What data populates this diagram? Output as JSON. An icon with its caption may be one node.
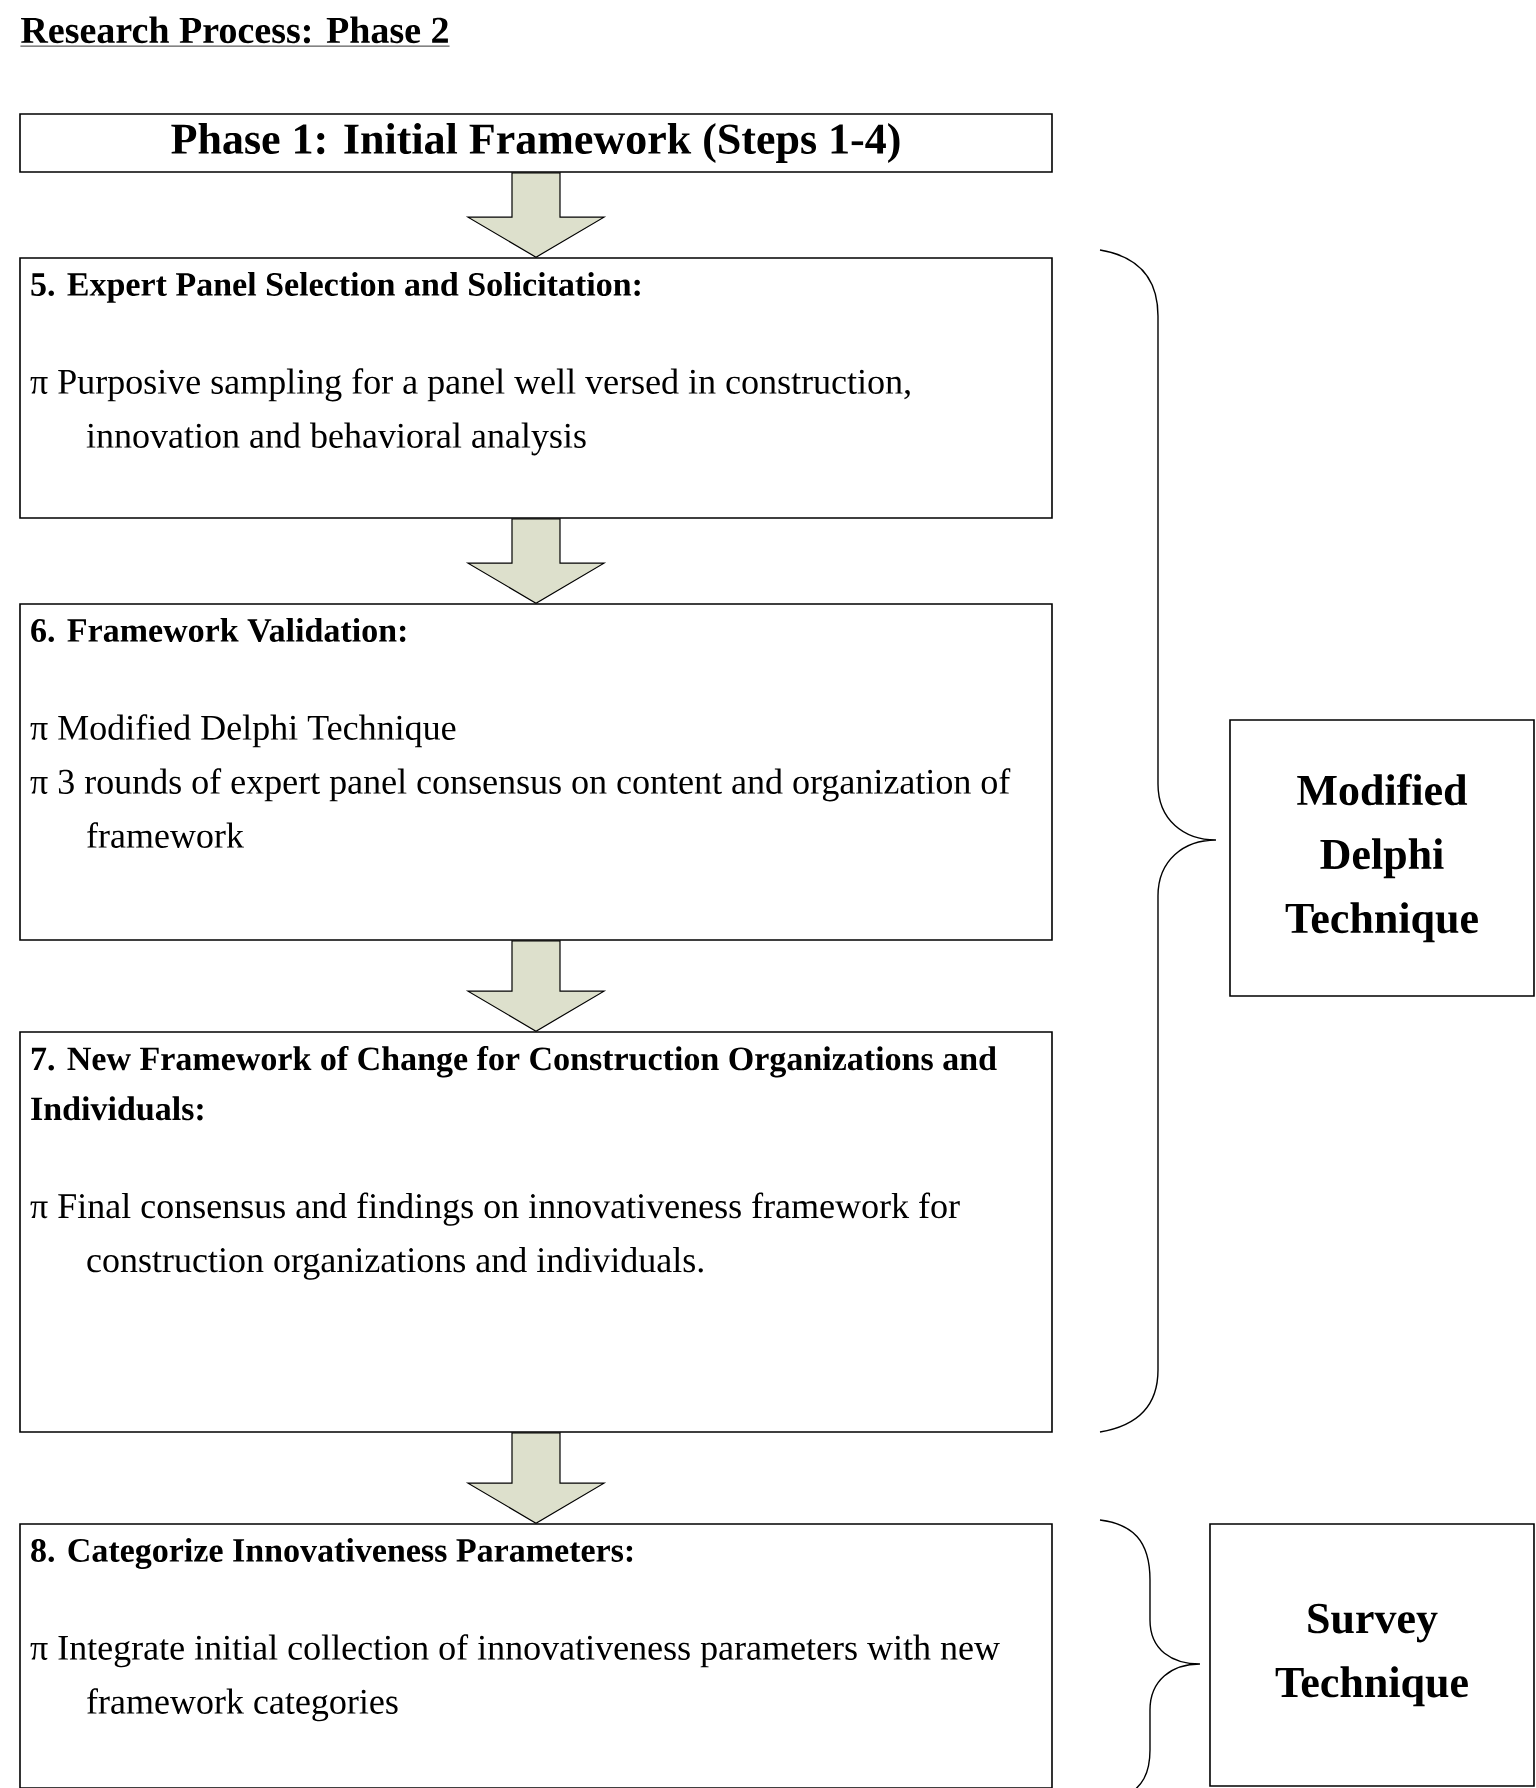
{
  "diagram": {
    "title": "Research Process: Phase 2",
    "nodes": [
      {
        "text": [
          "Phase 1: Initial Framework (Steps 1-4)"
        ]
      },
      {
        "text": [
          "5. Expert Panel Selection and Solicitation:",
          "π Purposive sampling for a panel well versed in construction, innovation and behavioral analysis"
        ]
      },
      {
        "text": [
          "6. Framework Validation:",
          "π Modified Delphi Technique",
          "π 3 rounds of expert panel consensus on content and organization of framework"
        ]
      },
      {
        "text": [
          "7. New Framework of Change for Construction Organizations and Individuals:",
          "π Final consensus and findings on innovativeness framework for construction organizations and individuals."
        ]
      },
      {
        "text": [
          "8. Categorize Innovativeness Parameters:",
          "π Integrate initial collection of innovativeness parameters with new framework categories"
        ]
      },
      {
        "text": [
          "Modified Delphi Technique"
        ]
      },
      {
        "text": [
          "Survey Technique"
        ]
      }
    ],
    "edges": [
      {
        "from": 0,
        "to": 1,
        "arrow": "to"
      },
      {
        "from": 1,
        "to": 2,
        "arrow": "to"
      },
      {
        "from": 2,
        "to": 3,
        "arrow": "to"
      },
      {
        "from": 3,
        "to": 4,
        "arrow": "to"
      }
    ]
  }
}
